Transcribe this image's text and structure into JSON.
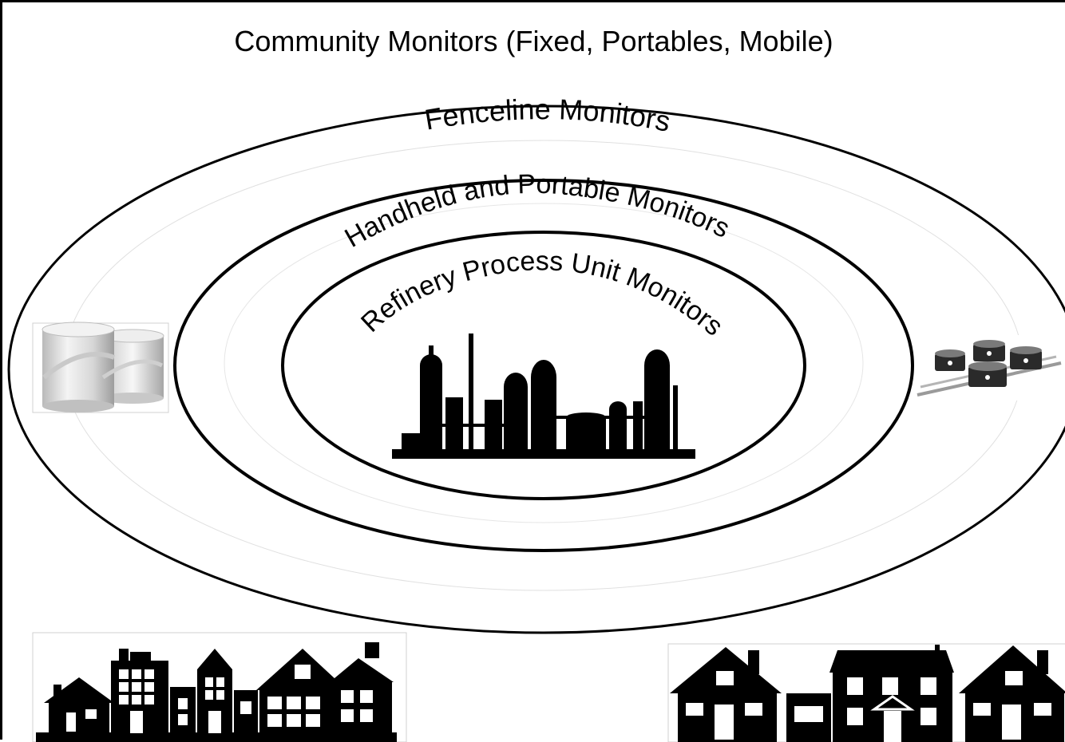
{
  "title": "Community Monitors (Fixed, Portables, Mobile)",
  "rings": [
    {
      "label": "Fenceline Monitors"
    },
    {
      "label": "Handheld and Portable Monitors"
    },
    {
      "label": "Refinery Process Unit Monitors"
    }
  ],
  "images": {
    "left_tanks": "storage-tanks-icon",
    "right_tanks": "oil-tank-farm-icon",
    "refinery": "refinery-silhouette-icon",
    "houses_left": "townhouses-silhouette-icon",
    "houses_right": "houses-silhouette-icon"
  },
  "colors": {
    "line": "#000000",
    "silhouette": "#000000",
    "background": "#ffffff"
  }
}
